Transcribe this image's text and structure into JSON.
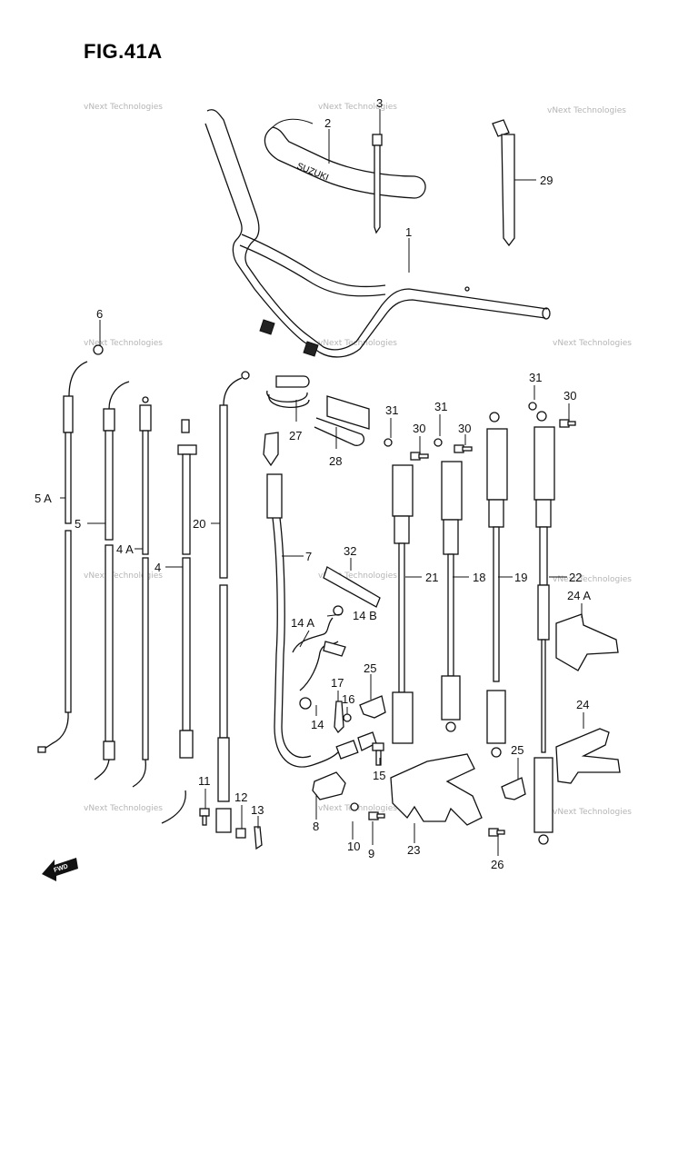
{
  "figure": {
    "title": "FIG.41A",
    "handlebar_logo": "SUZUKI",
    "fwd_label": "FWD",
    "watermark": "vNext Technologies"
  },
  "callouts": [
    {
      "id": "c1",
      "label": "1"
    },
    {
      "id": "c2",
      "label": "2"
    },
    {
      "id": "c3",
      "label": "3"
    },
    {
      "id": "c29",
      "label": "29"
    },
    {
      "id": "c6",
      "label": "6"
    },
    {
      "id": "c5A",
      "label": "5 A"
    },
    {
      "id": "c5",
      "label": "5"
    },
    {
      "id": "c4A",
      "label": "4 A"
    },
    {
      "id": "c4",
      "label": "4"
    },
    {
      "id": "c20",
      "label": "20"
    },
    {
      "id": "c27",
      "label": "27"
    },
    {
      "id": "c28",
      "label": "28"
    },
    {
      "id": "c7",
      "label": "7"
    },
    {
      "id": "c32",
      "label": "32"
    },
    {
      "id": "c14A",
      "label": "14 A"
    },
    {
      "id": "c14B",
      "label": "14 B"
    },
    {
      "id": "c14",
      "label": "14"
    },
    {
      "id": "c17",
      "label": "17"
    },
    {
      "id": "c16",
      "label": "16"
    },
    {
      "id": "c25a",
      "label": "25"
    },
    {
      "id": "c15",
      "label": "15"
    },
    {
      "id": "c31a",
      "label": "31"
    },
    {
      "id": "c31b",
      "label": "31"
    },
    {
      "id": "c30a",
      "label": "30"
    },
    {
      "id": "c30b",
      "label": "30"
    },
    {
      "id": "c31c",
      "label": "31"
    },
    {
      "id": "c30c",
      "label": "30"
    },
    {
      "id": "c21",
      "label": "21"
    },
    {
      "id": "c18",
      "label": "18"
    },
    {
      "id": "c19",
      "label": "19"
    },
    {
      "id": "c22",
      "label": "22"
    },
    {
      "id": "c24A",
      "label": "24 A"
    },
    {
      "id": "c24",
      "label": "24"
    },
    {
      "id": "c25b",
      "label": "25"
    },
    {
      "id": "c11",
      "label": "11"
    },
    {
      "id": "c12",
      "label": "12"
    },
    {
      "id": "c13",
      "label": "13"
    },
    {
      "id": "c8",
      "label": "8"
    },
    {
      "id": "c10",
      "label": "10"
    },
    {
      "id": "c9",
      "label": "9"
    },
    {
      "id": "c23",
      "label": "23"
    },
    {
      "id": "c26",
      "label": "26"
    }
  ]
}
